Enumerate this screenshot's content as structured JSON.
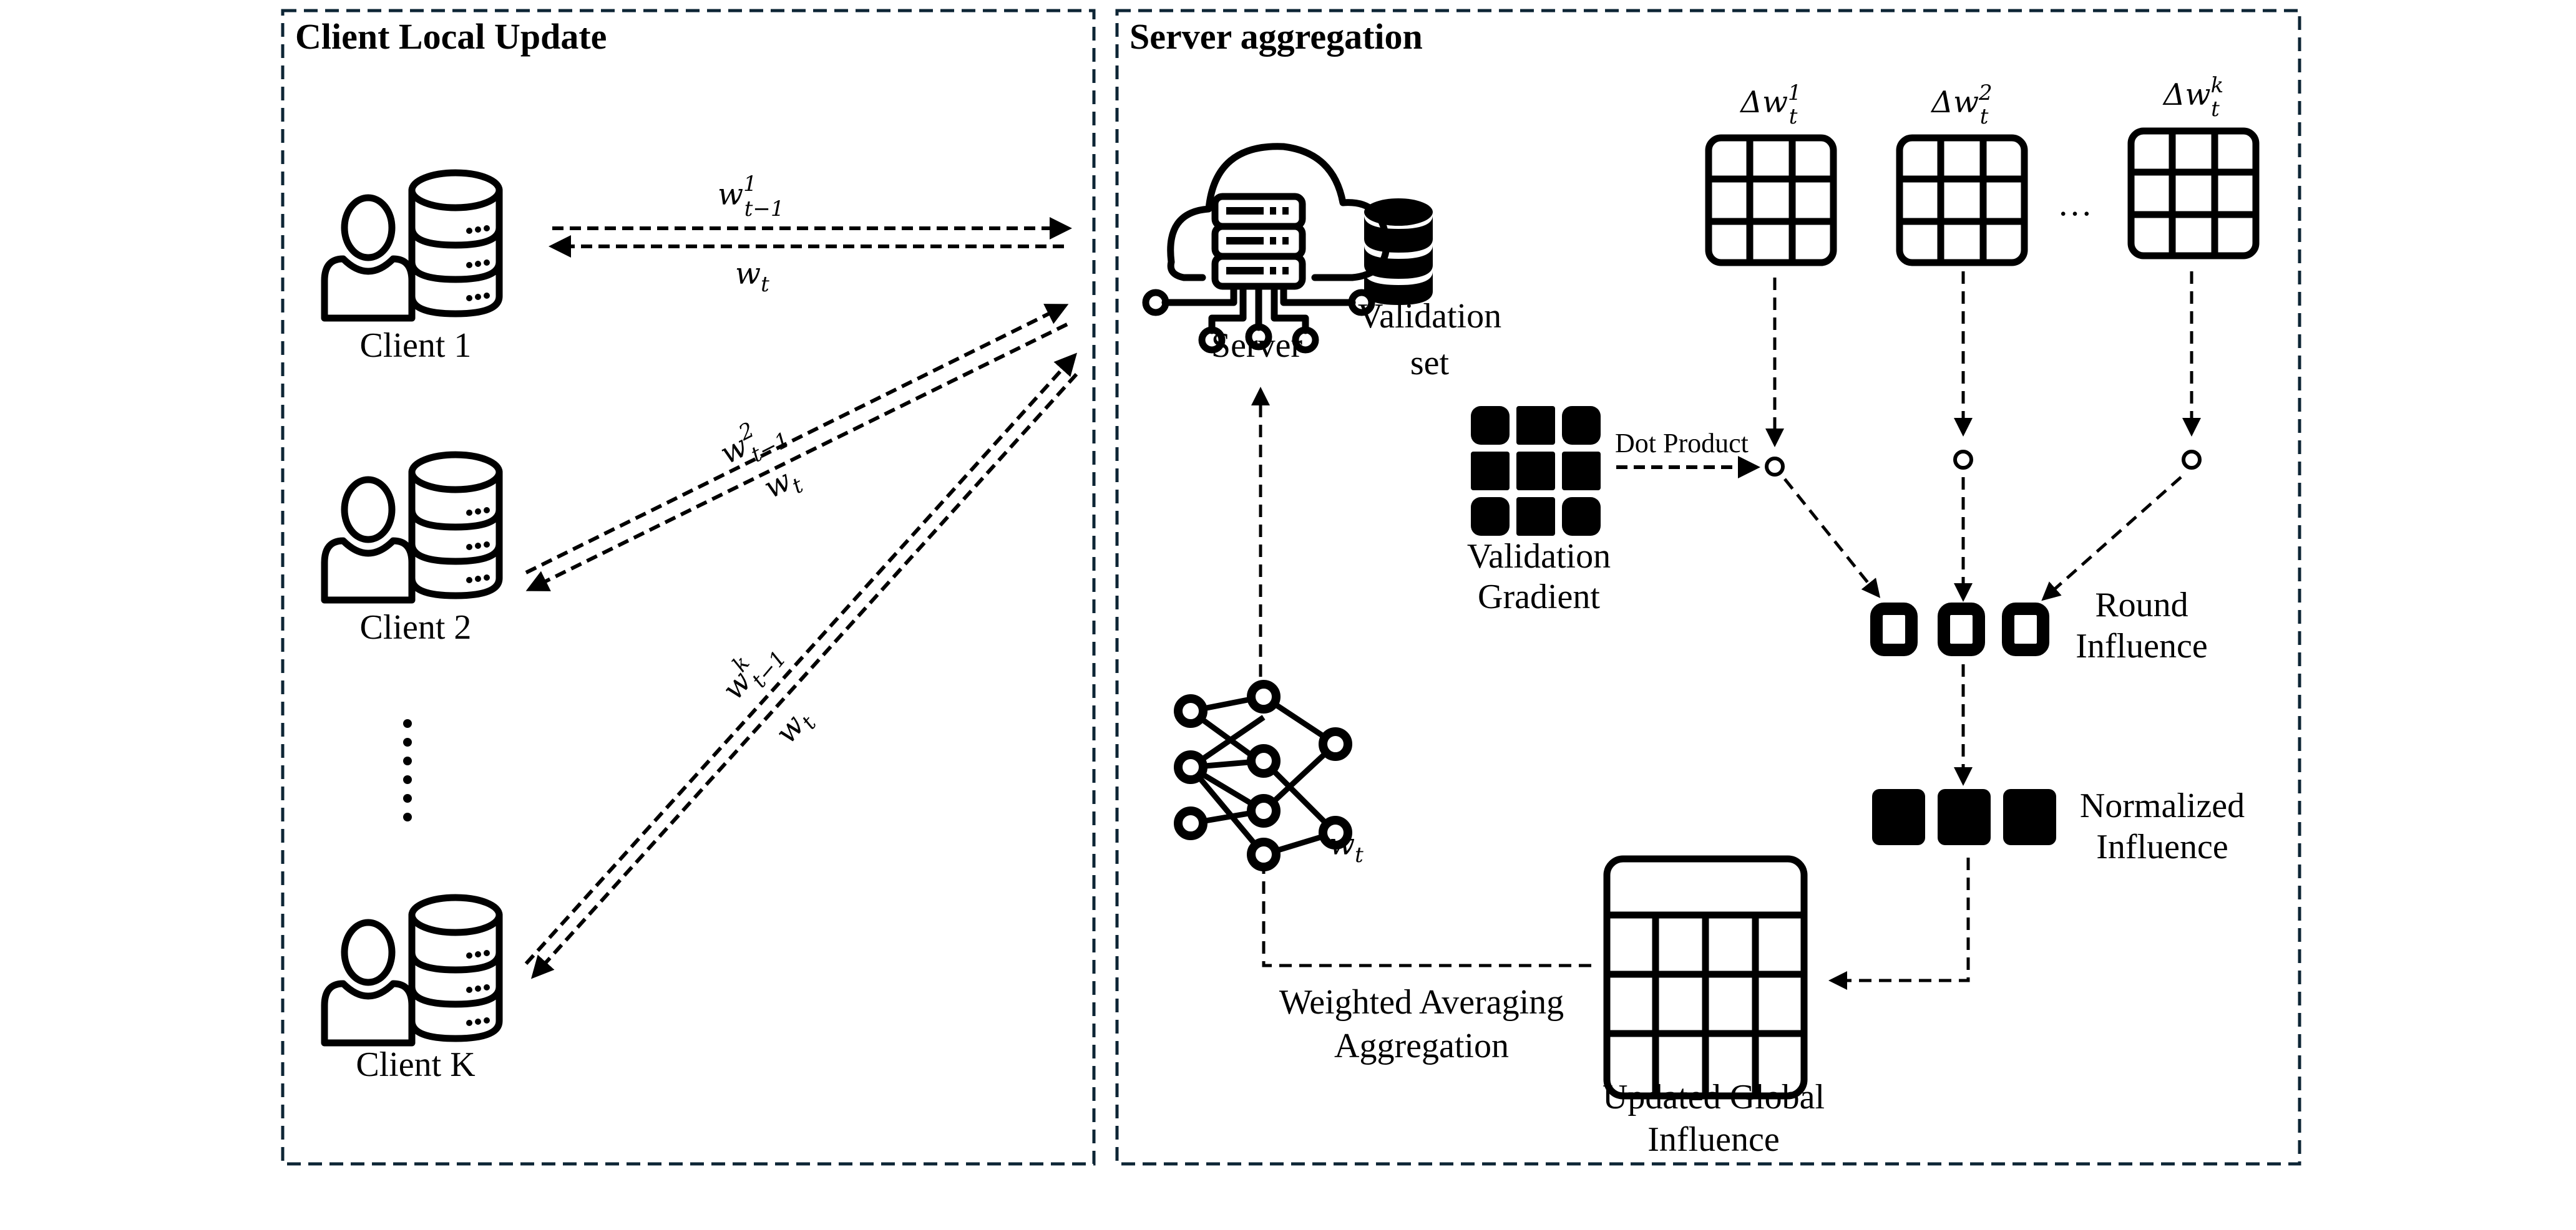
{
  "panels": {
    "client": {
      "title": "Client Local Update"
    },
    "server": {
      "title": "Server aggregation"
    }
  },
  "clients": [
    {
      "label": "Client 1",
      "send_label": {
        "base": "w",
        "sup": "1",
        "sub": "t−1"
      },
      "recv_label": {
        "base": "w",
        "sub": "t"
      }
    },
    {
      "label": "Client 2",
      "send_label": {
        "base": "w",
        "sup": "2",
        "sub": "t−1"
      },
      "recv_label": {
        "base": "w",
        "sub": "t"
      }
    },
    {
      "label": "Client K",
      "send_label": {
        "base": "w",
        "sup": "k",
        "sub": "t−1"
      },
      "recv_label": {
        "base": "w",
        "sub": "t"
      }
    }
  ],
  "ellipsis_vertical": "⋮",
  "server": {
    "label": "Server",
    "validation_set_line1": "Validation",
    "validation_set_line2": "set"
  },
  "updates": [
    {
      "prefix": "Δw",
      "sub": "t",
      "sup": "1"
    },
    {
      "prefix": "Δw",
      "sub": "t",
      "sup": "2"
    },
    {
      "prefix": "Δw",
      "sub": "t",
      "sup": "k"
    }
  ],
  "updates_ellipsis": "…",
  "validation_gradient": {
    "line1": "Validation",
    "line2": "Gradient"
  },
  "dot_product": "Dot Product",
  "round_influence": {
    "line1": "Round",
    "line2": "Influence"
  },
  "normalized_influence": {
    "line1": "Normalized",
    "line2": "Influence"
  },
  "global_influence": {
    "line1": "Updated Global",
    "line2": "Influence"
  },
  "aggregation": {
    "line1": "Weighted Averaging",
    "line2": "Aggregation"
  },
  "model_label": {
    "base": "w",
    "sub": "t"
  },
  "colors": {
    "border": "#0d2535",
    "ink": "#000000"
  }
}
